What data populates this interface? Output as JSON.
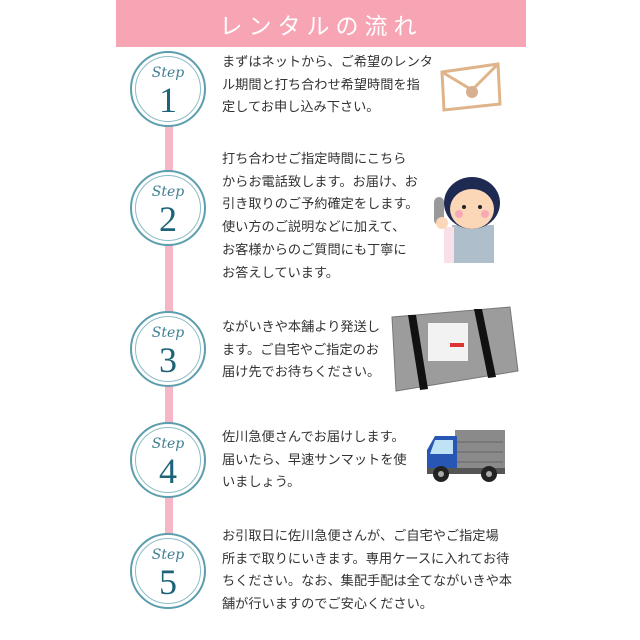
{
  "header": {
    "title": "レンタルの流れ"
  },
  "step_label": "Step",
  "steps": [
    {
      "number": "1",
      "icon": "envelope-icon",
      "lines": [
        "まずはネットから、ご希望のレンタ",
        "ル期間と打ち合わせ希望時間を指",
        "定してお申し込み下さい。"
      ]
    },
    {
      "number": "2",
      "icon": "operator-icon",
      "lines": [
        "打ち合わせご指定時間にこちら",
        "からお電話致します。お届け、お",
        "引き取りのご予約確定をします。",
        "使い方のご説明などに加えて、",
        "お客様からのご質問にも丁寧に",
        "お答えしています。"
      ]
    },
    {
      "number": "3",
      "icon": "package-box-icon",
      "lines": [
        "ながいきや本舗より発送し",
        "ます。ご自宅やご指定のお",
        "届け先でお待ちください。"
      ]
    },
    {
      "number": "4",
      "icon": "delivery-truck-icon",
      "lines": [
        "佐川急便さんでお届けします。",
        "届いたら、早速サンマットを使",
        "いましょう。"
      ]
    },
    {
      "number": "5",
      "lines": [
        "お引取日に佐川急便さんが、ご自宅やご指定場",
        "所まで取りにいきます。専用ケースに入れてお待",
        "ちください。なお、集配手配は全てながいきや本",
        "舗が行いますのでご安心ください。"
      ]
    }
  ],
  "colors": {
    "header": "#f7a4b5",
    "rail": "#f5b6c6",
    "badge": "#1d6479"
  }
}
